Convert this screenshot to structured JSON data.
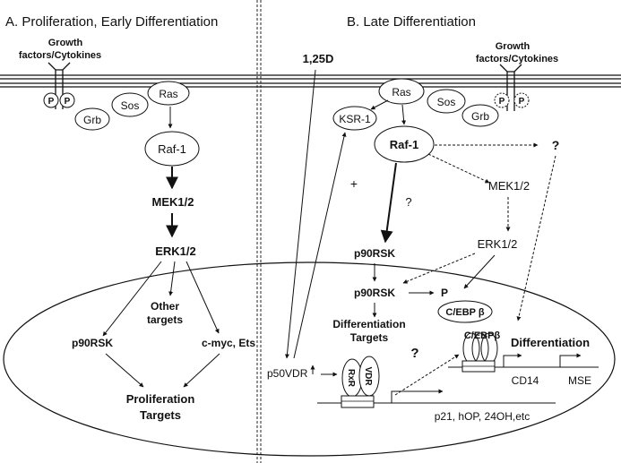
{
  "panels": {
    "a_title": "A.  Proliferation, Early Differentiation",
    "b_title": "B.  Late Differentiation"
  },
  "receptor": {
    "line1": "Growth",
    "line2": "factors/Cytokines",
    "p_label": "P"
  },
  "ligand": "1,25D",
  "nodes_a": {
    "grb": "Grb",
    "sos": "Sos",
    "ras": "Ras",
    "raf": "Raf-1",
    "mek": "MEK1/2",
    "erk": "ERK1/2",
    "other_targets_1": "Other",
    "other_targets_2": "targets",
    "p90rsk": "p90RSK",
    "cmyc": "c-myc, Ets",
    "prolif_1": "Proliferation",
    "prolif_2": "Targets"
  },
  "nodes_b": {
    "ras": "Ras",
    "sos": "Sos",
    "grb": "Grb",
    "ksr": "KSR-1",
    "raf": "Raf-1",
    "question": "?",
    "plus": "+",
    "mek": "MEK1/2",
    "erk": "ERK1/2",
    "p90rsk_1": "p90RSK",
    "p90rsk_2": "p90RSK",
    "p_label": "P",
    "cebp": "C/EBP β",
    "diff_targets_1": "Differentiation",
    "diff_targets_2": "Targets",
    "p50vdr": "p50VDR",
    "vdr": "VDR",
    "rxr": "RxR",
    "cebp_dna": "C/EBPβ",
    "differentiation": "Differentiation",
    "cd14": "CD14",
    "mse": "MSE",
    "genes": "p21, hOP, 24OH,etc"
  },
  "colors": {
    "ink": "#111111",
    "background": "#ffffff"
  }
}
